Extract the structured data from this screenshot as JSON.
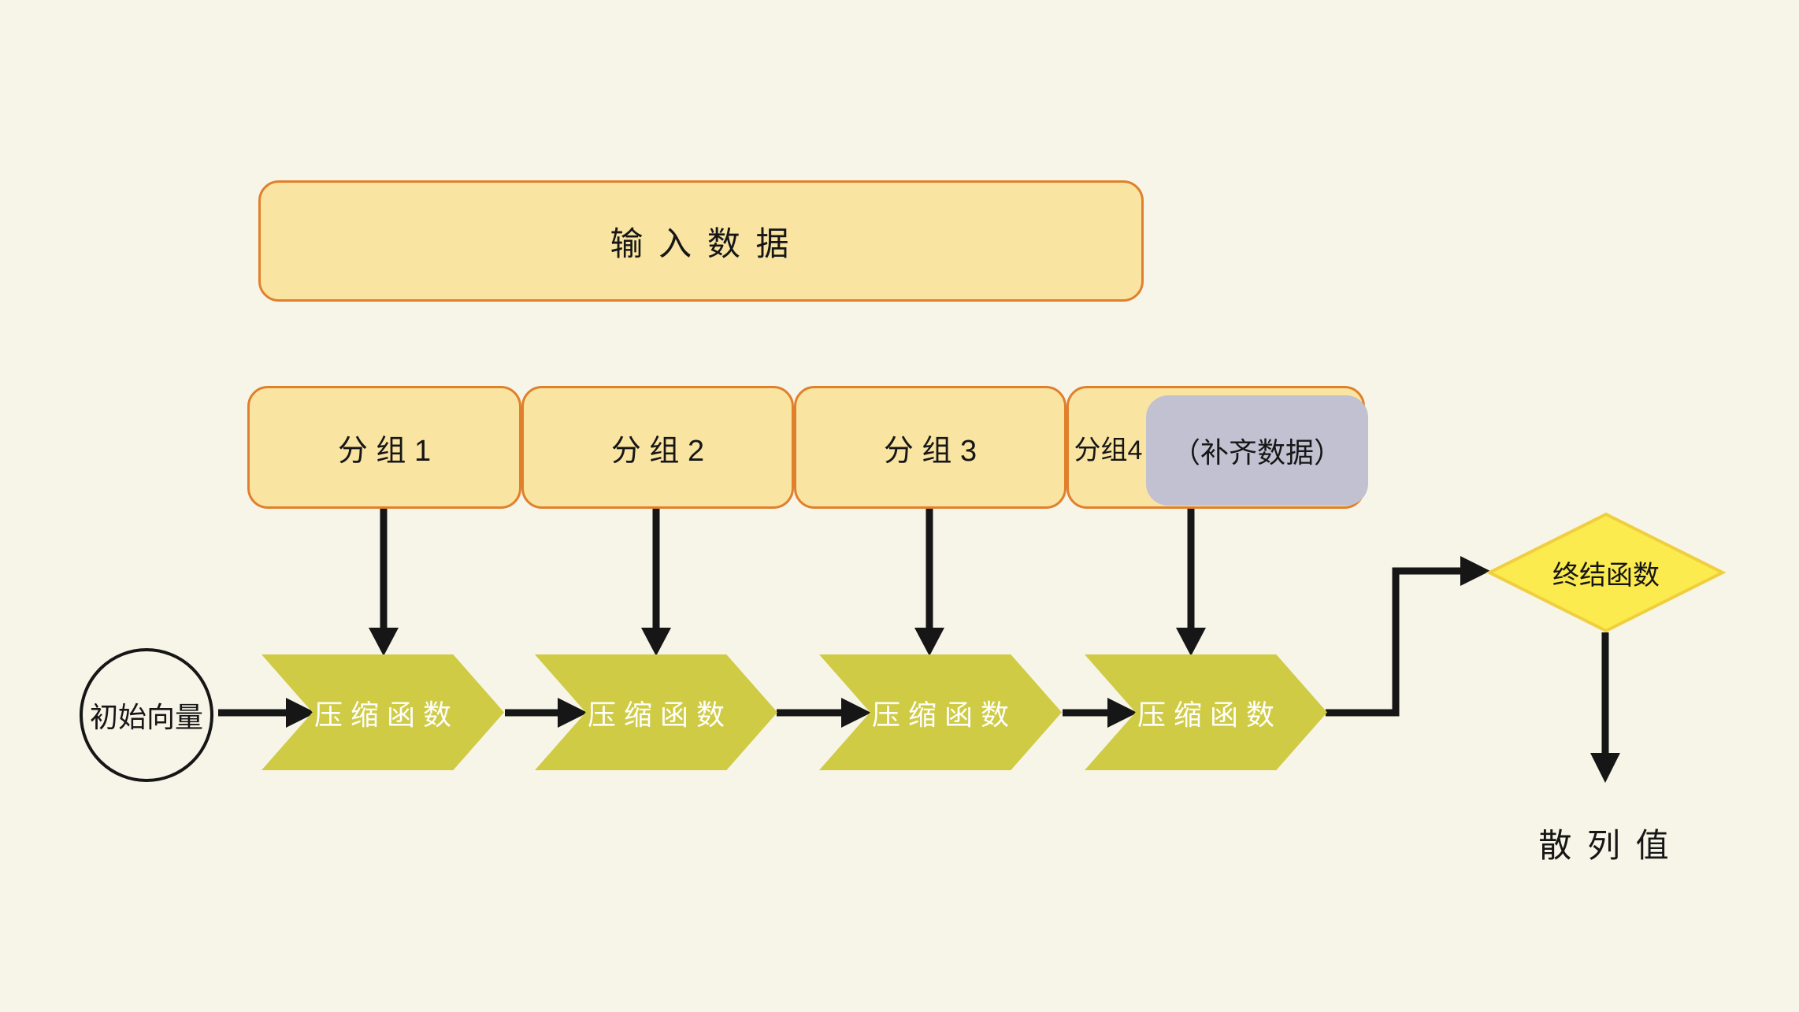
{
  "colors": {
    "background": "#F7F5E8",
    "box-fill": "#F9E4A1",
    "box-border": "#E0802C",
    "padding-fill": "#C2C1D2",
    "chevron-fill": "#CFCB44",
    "chevron-text": "#FFFFFF",
    "diamond-fill": "#FCEB4E",
    "diamond-border": "#EFCF3D",
    "ink": "#161616"
  },
  "nodes": {
    "input_data": {
      "label": "输 入 数 据"
    },
    "groups": [
      {
        "label": "分 组 1"
      },
      {
        "label": "分 组 2"
      },
      {
        "label": "分 组 3"
      },
      {
        "label": "分组4"
      }
    ],
    "padding_data": {
      "label": "（补齐数据）"
    },
    "initial_vector": {
      "label": "初始向量"
    },
    "compression_functions": [
      {
        "label": "压 缩 函 数"
      },
      {
        "label": "压 缩 函 数"
      },
      {
        "label": "压 缩 函 数"
      },
      {
        "label": "压 缩 函 数"
      }
    ],
    "finalize_function": {
      "label": "终结函数"
    },
    "hash_value": {
      "label": "散 列 值"
    }
  }
}
